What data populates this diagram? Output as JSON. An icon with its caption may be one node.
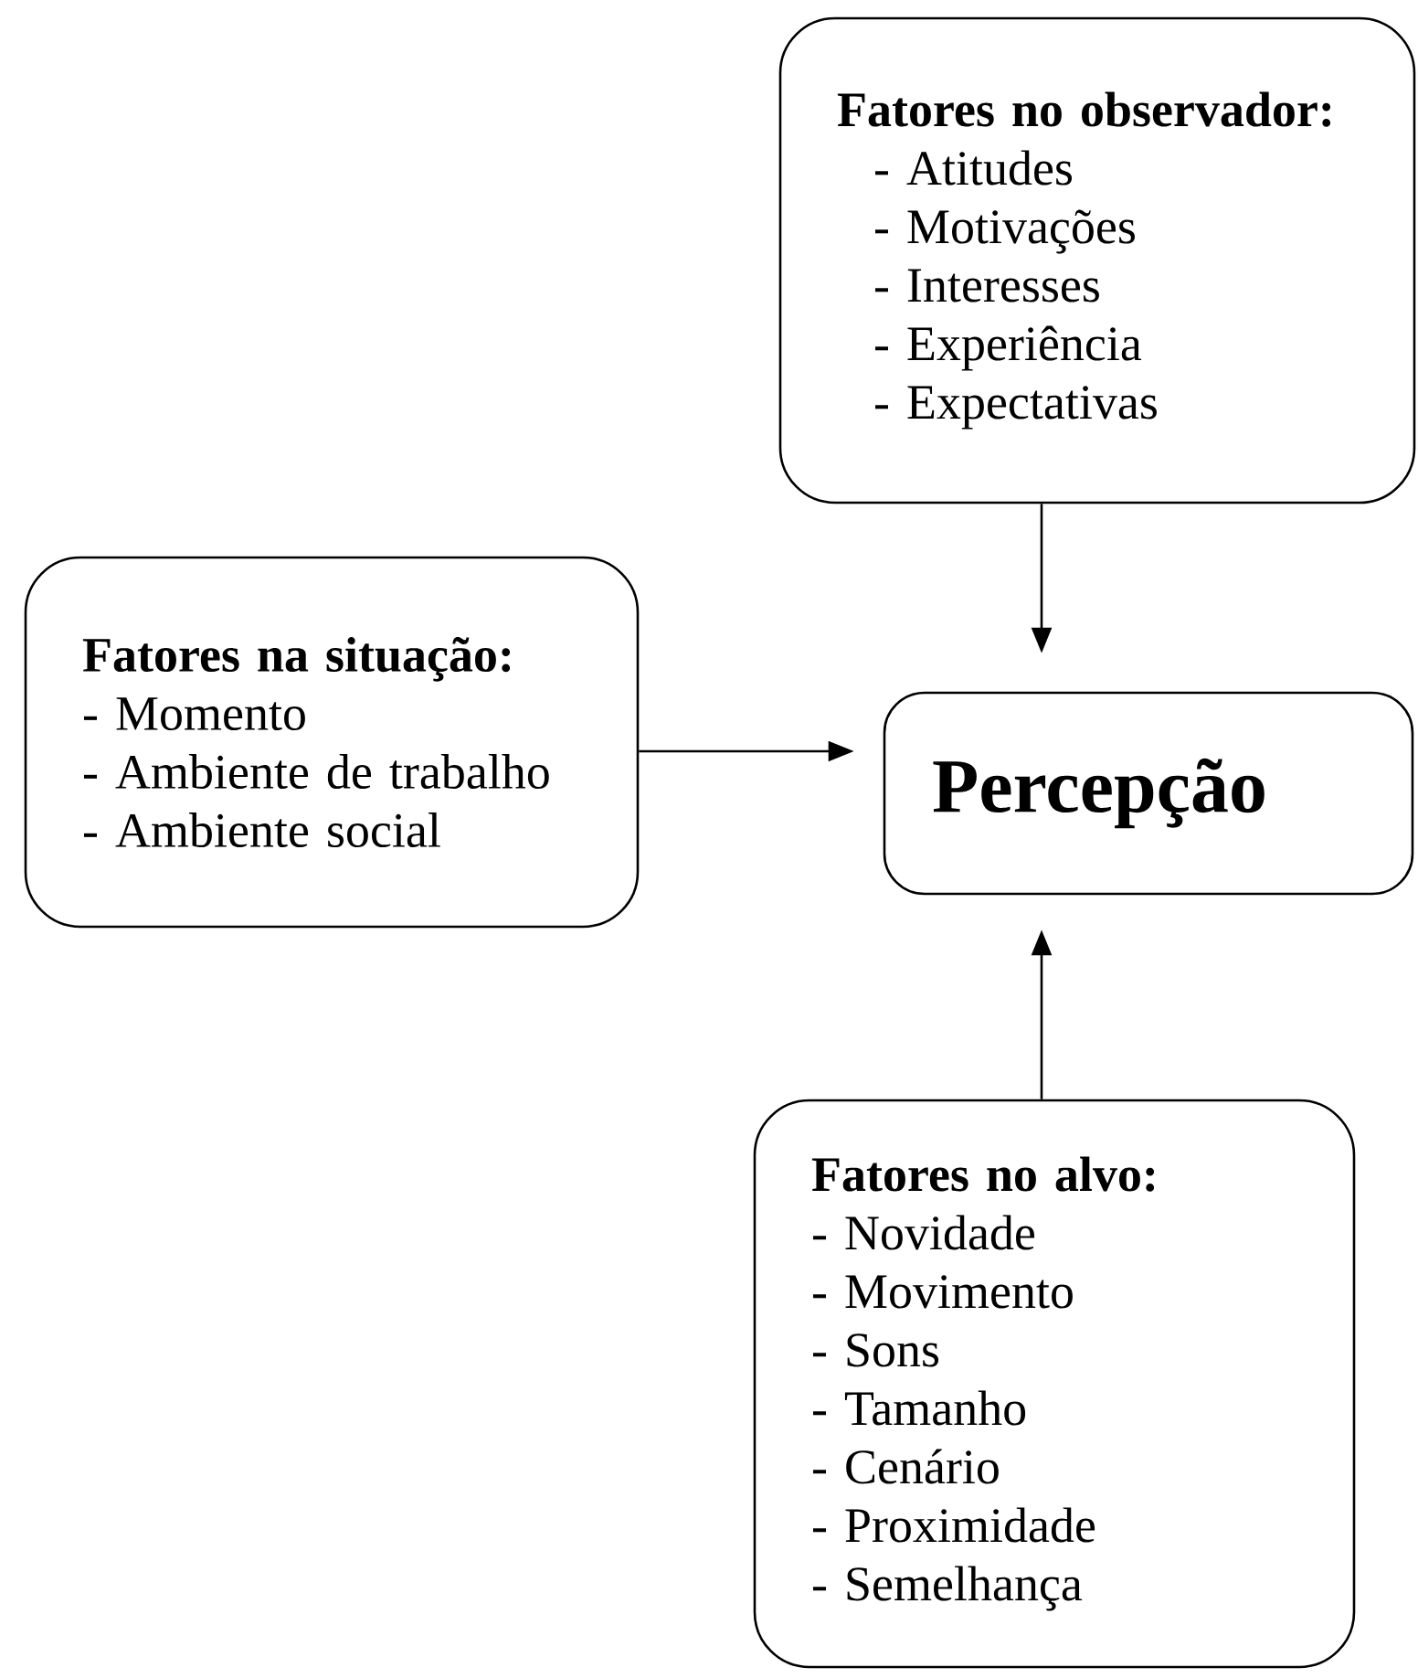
{
  "diagram": {
    "nodes": [
      {
        "text": [
          "Fatores no observador:",
          "- Atitudes",
          "- Motivações",
          "- Interesses",
          "- Experiência",
          "- Expectativas"
        ]
      },
      {
        "text": [
          "Fatores na situação:",
          "- Momento",
          "- Ambiente de trabalho",
          "- Ambiente social"
        ]
      },
      {
        "text": [
          "Percepção"
        ]
      },
      {
        "text": [
          "Fatores no alvo:",
          "- Novidade",
          "- Movimento",
          "- Sons",
          "- Tamanho",
          "- Cenário",
          "- Proximidade",
          "- Semelhança"
        ]
      }
    ],
    "edges": [
      {
        "from": 0,
        "to": 2,
        "arrow": "to"
      },
      {
        "from": 1,
        "to": 2,
        "arrow": "to"
      },
      {
        "from": 3,
        "to": 2,
        "arrow": "to"
      }
    ]
  }
}
